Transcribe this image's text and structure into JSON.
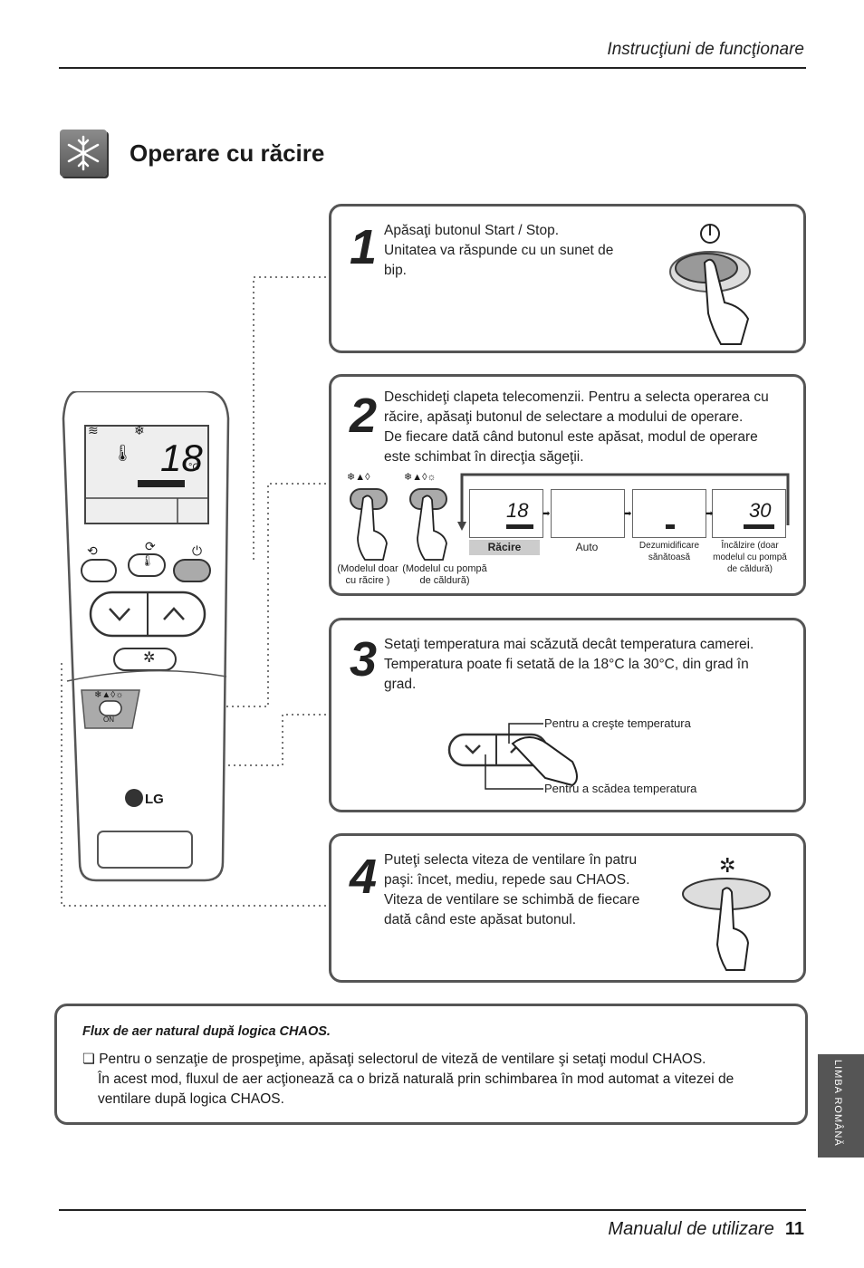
{
  "header": {
    "section": "Instrucţiuni de funcţionare"
  },
  "title": "Operare cu răcire",
  "remote": {
    "display_temp": "18",
    "display_unit": "°C",
    "brand": "LG",
    "on_label": "ON"
  },
  "step1": {
    "number": "1",
    "lines": [
      "Apăsaţi butonul Start / Stop.",
      "Unitatea va răspunde cu un sunet de",
      "bip."
    ]
  },
  "step2": {
    "number": "2",
    "lines": [
      "Deschideţi clapeta telecomenzii. Pentru a selecta operarea cu",
      "răcire, apăsaţi butonul de selectare a modului de operare.",
      "De fiecare dată când butonul este apăsat, modul de operare",
      "este schimbat în direcţia săgeţii."
    ],
    "model_cool": [
      "(Modelul doar",
      "cu răcire )"
    ],
    "model_heat": [
      "(Modelul cu pompă",
      "de căldură)"
    ],
    "modes": [
      {
        "label": "Răcire",
        "lcd": "18"
      },
      {
        "label": "Auto",
        "lcd": ""
      },
      {
        "label": "Dezumidificare sănătoasă",
        "lcd": ""
      },
      {
        "label": "Încălzire (doar modelul cu pompă de căldură)",
        "lcd": "30"
      }
    ]
  },
  "step3": {
    "number": "3",
    "lines": [
      "Setaţi temperatura mai scăzută decât temperatura camerei.",
      "Temperatura poate fi setată de la 18°C la 30°C, din grad în",
      "grad."
    ],
    "up_label": "Pentru a creşte temperatura",
    "down_label": "Pentru a scădea temperatura"
  },
  "step4": {
    "number": "4",
    "lines": [
      "Puteţi selecta viteza de ventilare în patru",
      "paşi: încet, mediu, repede sau CHAOS.",
      "Viteza de ventilare se schimbă de fiecare",
      "dată când este apăsat butonul."
    ]
  },
  "note": {
    "title": "Flux de aer natural după logica CHAOS.",
    "lines": [
      "❏ Pentru o senzaţie de prospeţime, apăsaţi selectorul de viteză de ventilare şi setaţi modul CHAOS.",
      "În acest mod, fluxul de aer acţionează ca o briză naturală prin schimbarea în mod automat a vitezei de",
      "ventilare după logica CHAOS."
    ]
  },
  "side_tab": "LIMBA ROMÂNĂ",
  "footer": {
    "manual": "Manualul de utilizare",
    "page": "11"
  }
}
